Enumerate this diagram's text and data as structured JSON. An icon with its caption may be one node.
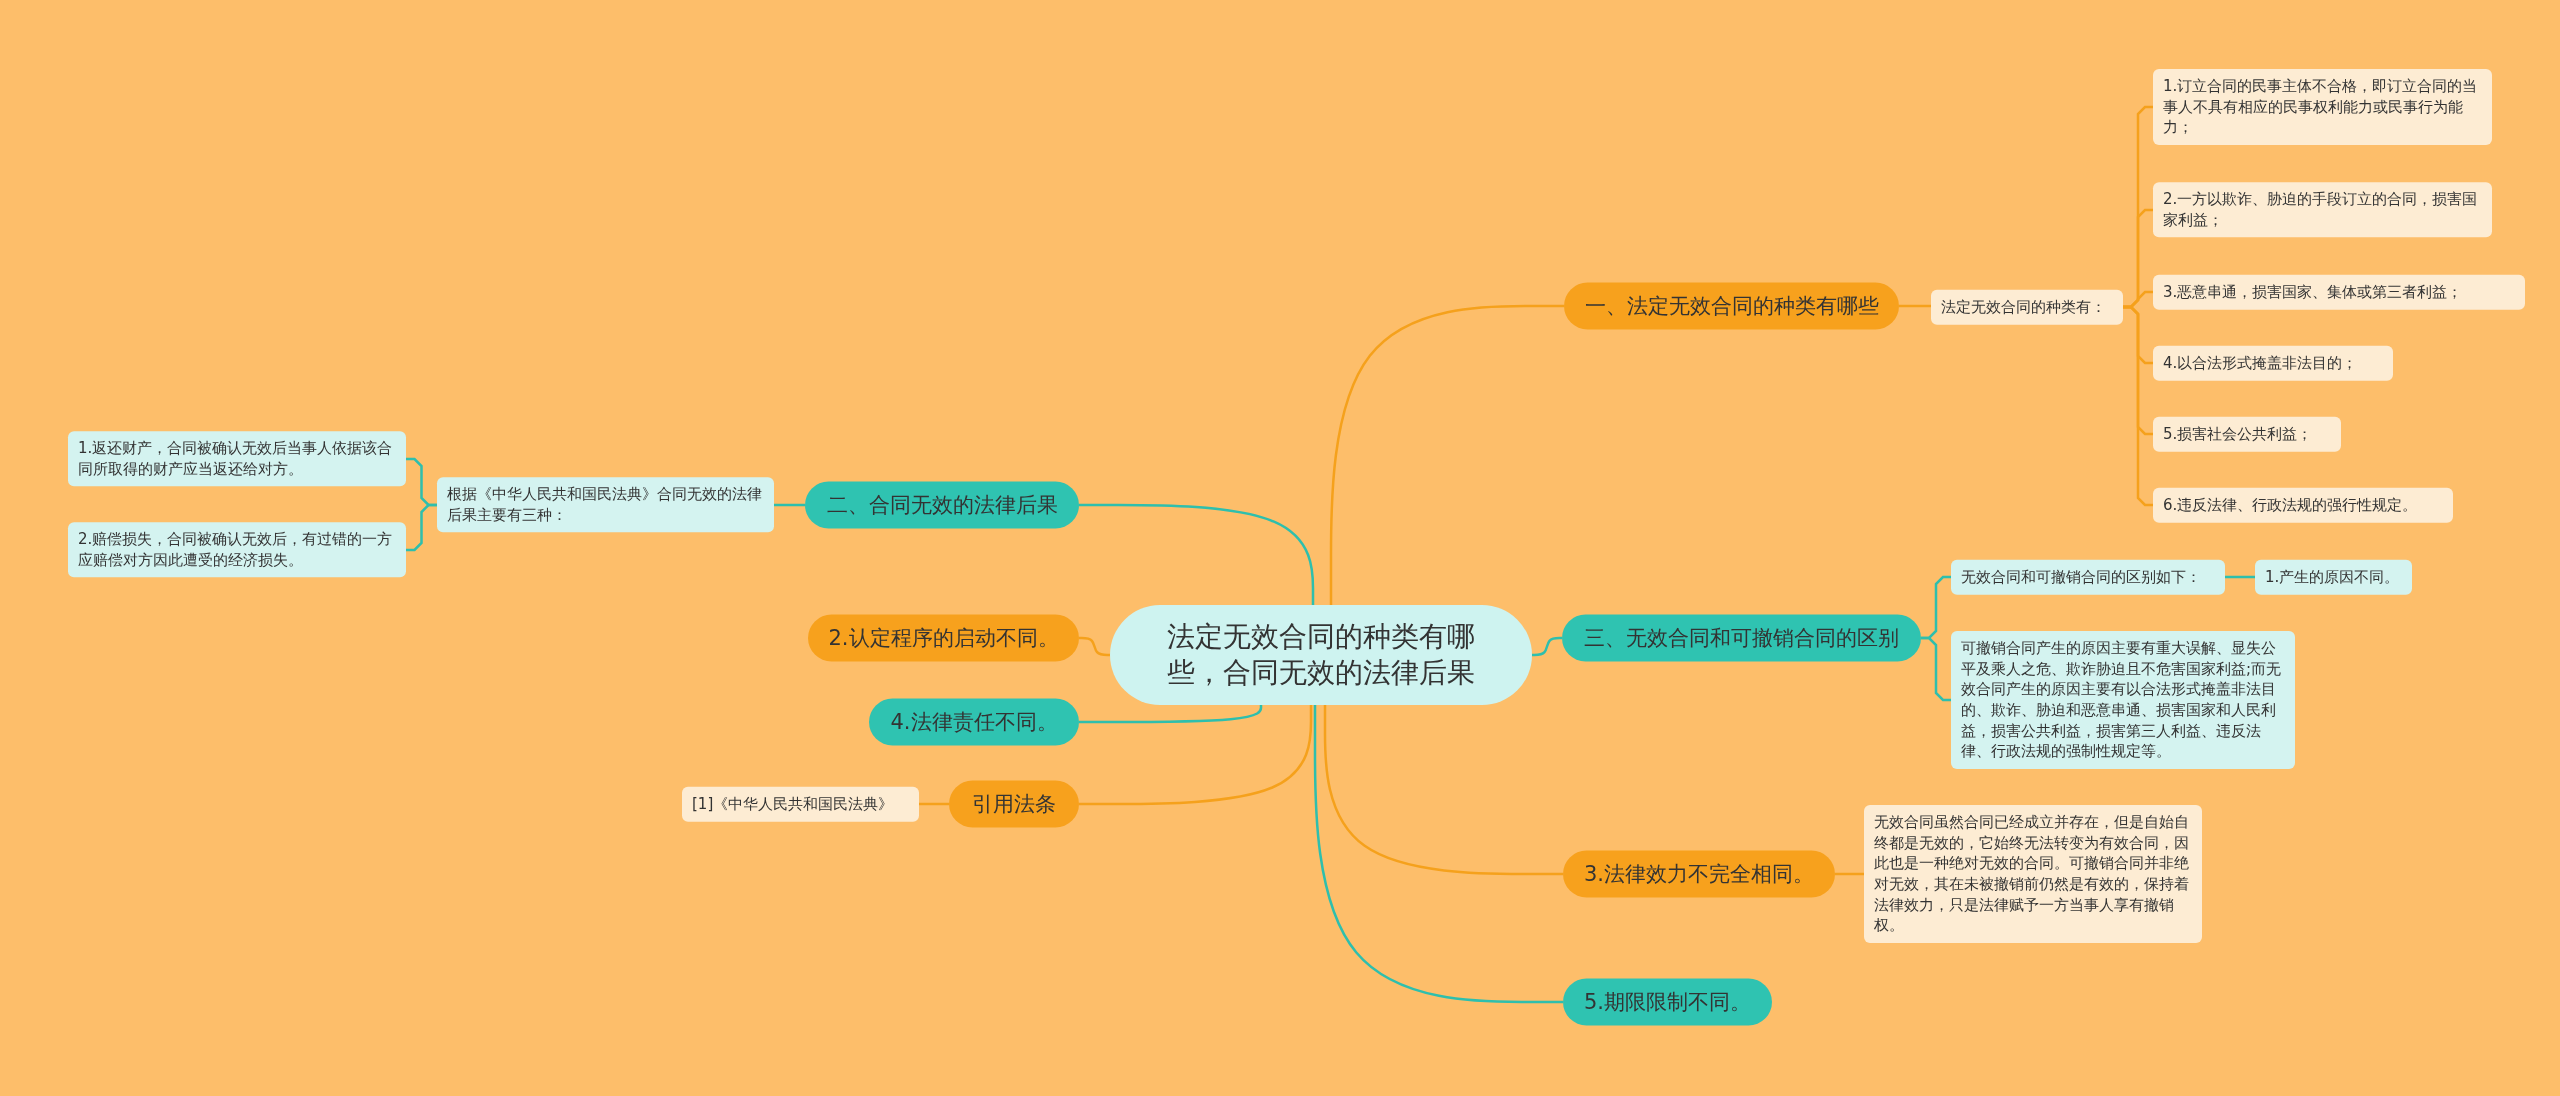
{
  "diagram": {
    "nodes": [
      {
        "text": [
          "法定无效合同的种类有哪些，合同无效的法律后果"
        ]
      },
      {
        "text": [
          "一、法定无效合同的种类有哪些"
        ]
      },
      {
        "text": [
          "法定无效合同的种类有："
        ]
      },
      {
        "text": [
          "1.订立合同的民事主体不合格，即订立合同的当事人不具有相应的民事权利能力或民事行为能力；"
        ]
      },
      {
        "text": [
          "2.一方以欺诈、胁迫的手段订立的合同，损害国家利益；"
        ]
      },
      {
        "text": [
          "3.恶意串通，损害国家、集体或第三者利益；"
        ]
      },
      {
        "text": [
          "4.以合法形式掩盖非法目的；"
        ]
      },
      {
        "text": [
          "5.损害社会公共利益；"
        ]
      },
      {
        "text": [
          "6.违反法律、行政法规的强行性规定。"
        ]
      },
      {
        "text": [
          "二、合同无效的法律后果"
        ]
      },
      {
        "text": [
          "根据《中华人民共和国民法典》合同无效的法律后果主要有三种："
        ]
      },
      {
        "text": [
          "1.返还财产，合同被确认无效后当事人依据该合同所取得的财产应当返还给对方。"
        ]
      },
      {
        "text": [
          "2.赔偿损失，合同被确认无效后，有过错的一方应赔偿对方因此遭受的经济损失。"
        ]
      },
      {
        "text": [
          "2.认定程序的启动不同。"
        ]
      },
      {
        "text": [
          "4.法律责任不同。"
        ]
      },
      {
        "text": [
          "引用法条"
        ]
      },
      {
        "text": [
          "[1]《中华人民共和国民法典》"
        ]
      },
      {
        "text": [
          "三、无效合同和可撤销合同的区别"
        ]
      },
      {
        "text": [
          "无效合同和可撤销合同的区别如下："
        ]
      },
      {
        "text": [
          "1.产生的原因不同。"
        ]
      },
      {
        "text": [
          "可撤销合同产生的原因主要有重大误解、显失公平及乘人之危、欺诈胁迫且不危害国家利益;而无效合同产生的原因主要有以合法形式掩盖非法目的、欺诈、胁迫和恶意串通、损害国家和人民利益，损害公共利益，损害第三人利益、违反法律、行政法规的强制性规定等。"
        ]
      },
      {
        "text": [
          "3.法律效力不完全相同。"
        ]
      },
      {
        "text": [
          "无效合同虽然合同已经成立并存在，但是自始自终都是无效的，它始终无法转变为有效合同，因此也是一种绝对无效的合同。可撤销合同并非绝对无效，其在未被撤销前仍然是有效的，保持着法律效力，只是法律赋予一方当事人享有撤销权。"
        ]
      },
      {
        "text": [
          "5.期限限制不同。"
        ]
      }
    ],
    "edges": [
      {
        "from": 0,
        "to": 1,
        "arrow": "none"
      },
      {
        "from": 1,
        "to": 2,
        "arrow": "none"
      },
      {
        "from": 2,
        "to": 3,
        "arrow": "none"
      },
      {
        "from": 2,
        "to": 4,
        "arrow": "none"
      },
      {
        "from": 2,
        "to": 5,
        "arrow": "none"
      },
      {
        "from": 2,
        "to": 6,
        "arrow": "none"
      },
      {
        "from": 2,
        "to": 7,
        "arrow": "none"
      },
      {
        "from": 2,
        "to": 8,
        "arrow": "none"
      },
      {
        "from": 0,
        "to": 9,
        "arrow": "none",
        "color": "#2ebfad"
      },
      {
        "from": 9,
        "to": 10,
        "arrow": "none",
        "color": "#2ebfad"
      },
      {
        "from": 10,
        "to": 11,
        "arrow": "none",
        "color": "#2ebfad"
      },
      {
        "from": 10,
        "to": 12,
        "arrow": "none",
        "color": "#2ebfad"
      },
      {
        "from": 0,
        "to": 13,
        "arrow": "none"
      },
      {
        "from": 0,
        "to": 14,
        "arrow": "none",
        "color": "#2ebfad"
      },
      {
        "from": 0,
        "to": 15,
        "arrow": "none"
      },
      {
        "from": 15,
        "to": 16,
        "arrow": "none"
      },
      {
        "from": 0,
        "to": 17,
        "arrow": "none",
        "color": "#2ebfad"
      },
      {
        "from": 17,
        "to": 18,
        "arrow": "none",
        "color": "#2ebfad"
      },
      {
        "from": 18,
        "to": 19,
        "arrow": "none",
        "color": "#2ebfad"
      },
      {
        "from": 17,
        "to": 20,
        "arrow": "none",
        "color": "#2ebfad"
      },
      {
        "from": 0,
        "to": 21,
        "arrow": "none"
      },
      {
        "from": 21,
        "to": 22,
        "arrow": "none"
      },
      {
        "from": 0,
        "to": 23,
        "arrow": "none",
        "color": "#2ebfad"
      }
    ]
  }
}
